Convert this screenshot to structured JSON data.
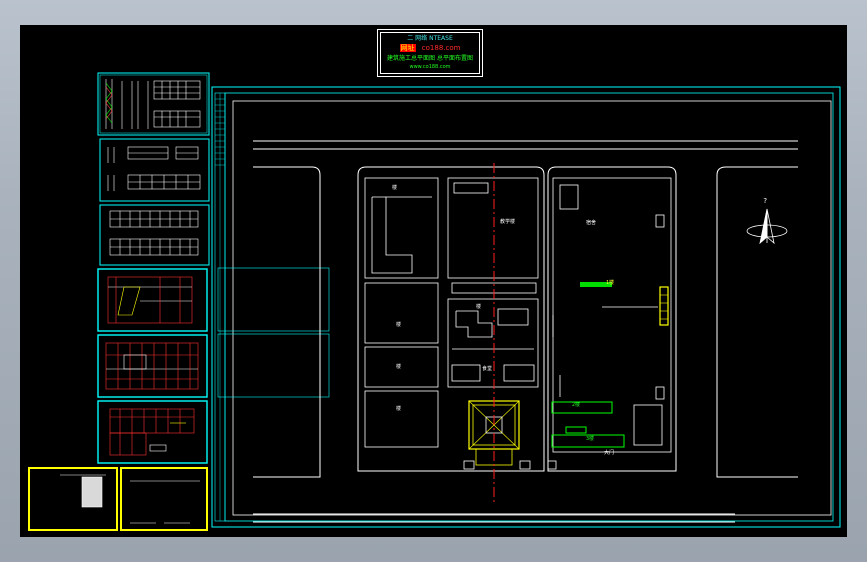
{
  "title_block": {
    "line1": "二 网络    NTEASE",
    "line2_red": "网址",
    "line2_site": "co188.com",
    "line3": "建筑施工总平面图 总平面布置图",
    "line4": "www.co188.com"
  },
  "plan_labels": {
    "block_nw": "楼",
    "block_n_center": "教学楼",
    "block_e": "宿舍",
    "block_w1": "楼",
    "block_w2": "楼",
    "block_w3": "楼",
    "block_center": "楼",
    "block_center_low": "食堂",
    "green_label": "1楼",
    "east_bottom1": "2楼",
    "east_bottom2": "3楼",
    "east_bottom3": "大门"
  },
  "colors": {
    "background": "#000000",
    "window_chrome": "#a9b2bd",
    "road_line": "#ffffff",
    "frame": "#00ffff",
    "axis_line": "#ff0000",
    "highlight_green": "#00cc00",
    "highlight_yellow": "#ffff00"
  },
  "icons": {
    "north_arrow": "north-arrow-icon",
    "compass_letter": "?"
  },
  "thumbnails": [
    "sheet-1",
    "sheet-2",
    "sheet-3",
    "sheet-4",
    "sheet-5",
    "sheet-6"
  ]
}
